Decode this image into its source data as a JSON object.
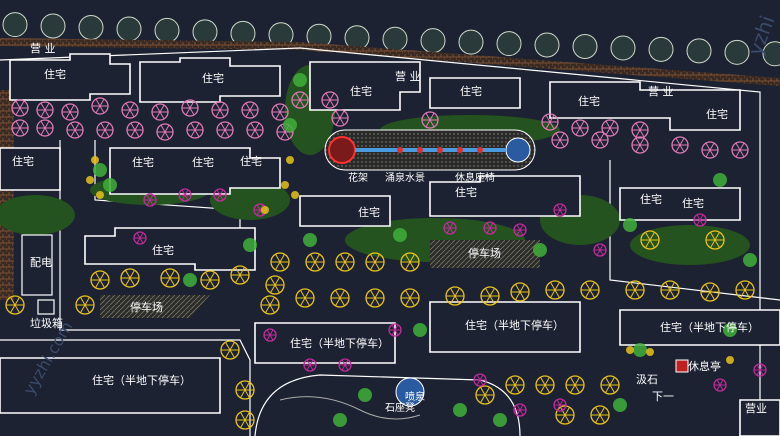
{
  "labels": {
    "commercial_1": "营 业",
    "commercial_2": "营 业",
    "commercial_3": "营 业",
    "commercial_4": "营业",
    "housing": "住宅",
    "housing_semi_basement": "住宅（半地下停车）",
    "pergola": "花架",
    "fountain": "涌泉水景",
    "rest_seats": "休息座椅",
    "parking_1": "停车场",
    "parking_2": "停车场",
    "substation": "配电",
    "garbage": "垃圾箱",
    "pavilion": "休息亭",
    "stepping_stone": "汲石",
    "stair_down": "下一",
    "stone_seat": "石座凳",
    "pool": "喷泉",
    "watermark_1": "yzhi",
    "watermark_2": "yyzhi.com"
  },
  "colors": {
    "background": "#1c2232",
    "building_outline": "#ffffff",
    "fence": "#8a5a3a",
    "hedge_green": "#2f7a2a",
    "tree_green": "#3fae3a",
    "tree_yellow": "#e8c21a",
    "tree_pink": "#e07ab8",
    "tree_magenta": "#c02c9a",
    "parking_hatch": "#6e6a55"
  }
}
